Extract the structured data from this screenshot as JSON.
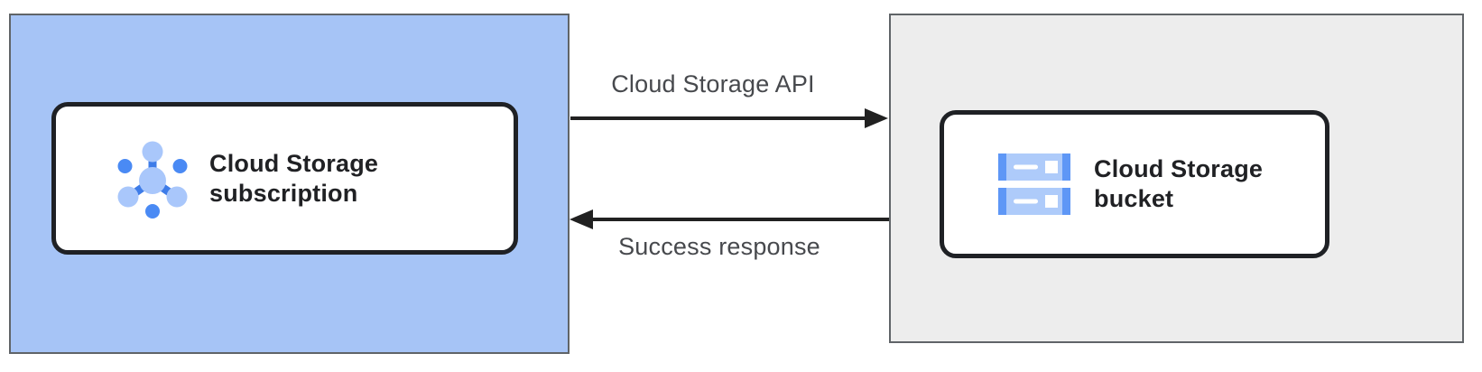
{
  "nodes": {
    "subscription": {
      "label": "Cloud Storage subscription",
      "icon": "pubsub-icon",
      "zone": "left-blue-panel"
    },
    "bucket": {
      "label": "Cloud Storage bucket",
      "icon": "cloud-storage-icon",
      "zone": "right-gray-panel"
    }
  },
  "flows": {
    "request": {
      "label": "Cloud Storage API",
      "direction": "left-to-right"
    },
    "response": {
      "label": "Success response",
      "direction": "right-to-left"
    }
  },
  "colors": {
    "left_panel_bg": "#a6c4f6",
    "right_panel_bg": "#ededed",
    "panel_border": "#606468",
    "card_bg": "#ffffff",
    "card_border": "#1f2125",
    "title_text": "#202124",
    "flow_label_text": "#47494d",
    "arrow": "#212121",
    "icon_blue_light": "#a9c7fb",
    "icon_blue_mid": "#5e97f6",
    "icon_blue_dark": "#4a8af4",
    "icon_connector": "#3e7ce8"
  }
}
